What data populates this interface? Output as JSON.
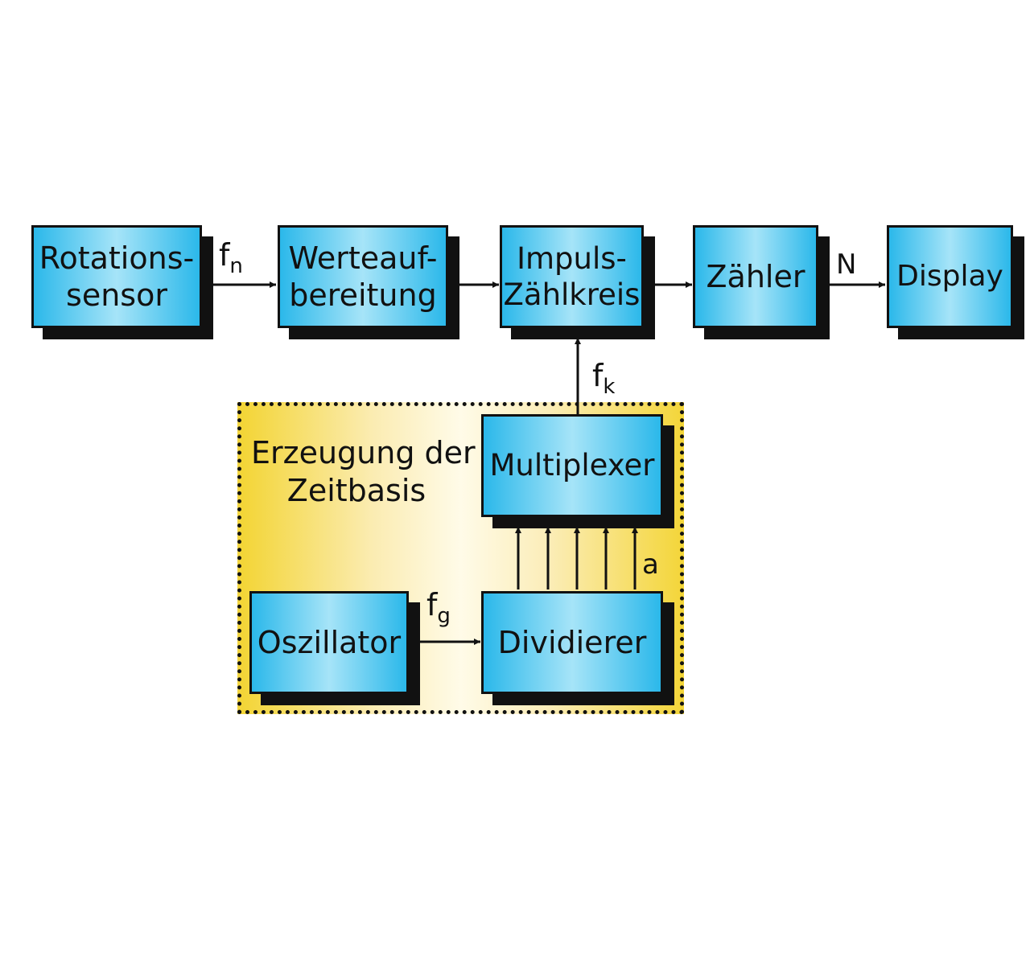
{
  "blocks": {
    "rotationssensor": [
      "Rotations-",
      "sensor"
    ],
    "werteaufbereitung": [
      "Werteauf-",
      "bereitung"
    ],
    "impulszaehlkreis": [
      "Impuls-",
      "Zählkreis"
    ],
    "zaehler": [
      "Zähler"
    ],
    "display": [
      "Display"
    ],
    "multiplexer": [
      "Multiplexer"
    ],
    "oszillator": [
      "Oszillator"
    ],
    "dividierer": [
      "Dividierer"
    ]
  },
  "group": {
    "title": [
      "Erzeugung der",
      "Zeitbasis"
    ]
  },
  "signals": {
    "fn": {
      "base": "f",
      "sub": "n"
    },
    "fk": {
      "base": "f",
      "sub": "k"
    },
    "fg": {
      "base": "f",
      "sub": "g"
    },
    "N": "N",
    "a": "a"
  },
  "colors": {
    "block_fill_edge": "#2bb8ea",
    "block_fill_center": "#a6e4f8",
    "group_fill_edge": "#f3d536",
    "group_fill_center": "#fffbe8",
    "line": "#111111"
  }
}
